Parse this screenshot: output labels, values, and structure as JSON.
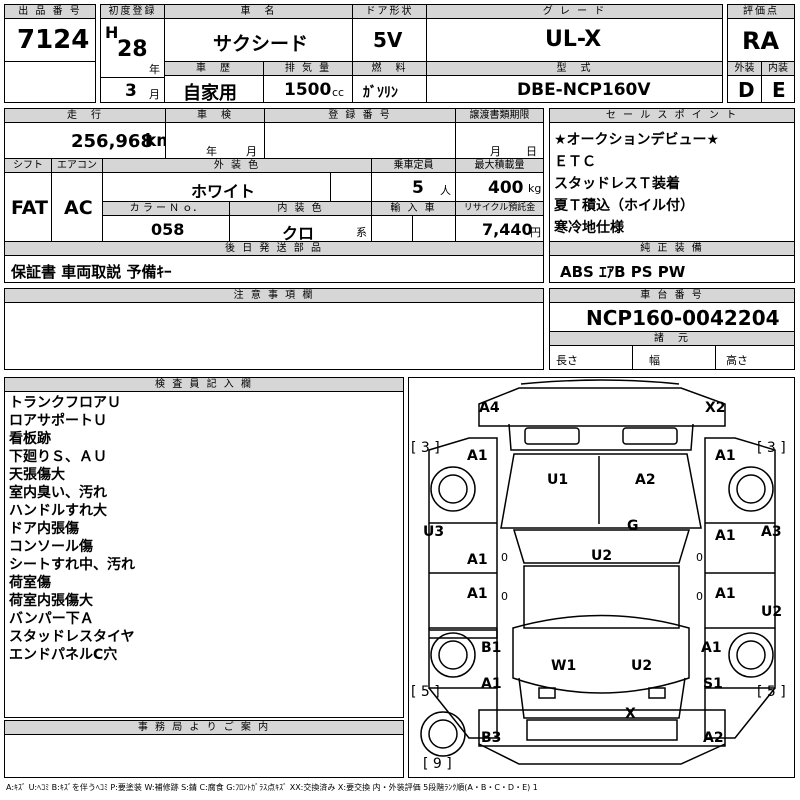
{
  "labels": {
    "lot_no": "出 品 番 号",
    "first_reg": "初度登録",
    "car_name": "車　名",
    "door_type": "ドア形状",
    "grade": "グ レ ー ド",
    "score": "評価点",
    "history": "車　歴",
    "displacement": "排 気 量",
    "fuel": "燃　料",
    "model_code": "型　式",
    "exterior": "外装",
    "interior": "内装",
    "mileage": "走　行",
    "inspection": "車　検",
    "reg_no": "登 録 番 号",
    "transfer_deadline": "譲渡書類期限",
    "sales_points": "セ ー ル ス ポ イ ン ト",
    "shift": "シフト",
    "aircon": "エアコン",
    "ext_color": "外 装 色",
    "capacity": "乗車定員",
    "max_load": "最大積載量",
    "color_no": "カ ラ ー Ｎ ｏ．",
    "int_color": "内 装 色",
    "import": "輸 入 車",
    "recycle": "リサイクル預託金",
    "later_parts": "後 日 発 送 部 品",
    "genuine_equip": "純 正 装 備",
    "caution": "注 意 事 項 欄",
    "chassis_no": "車 台 番 号",
    "specs": "諸　元",
    "length": "長さ",
    "width": "幅",
    "height": "高さ",
    "inspector": "検 査 員 記 入 欄",
    "office_notice": "事 務 局 よ り ご 案 内"
  },
  "units": {
    "year": "年",
    "month": "月",
    "cc": "cc",
    "km": "km",
    "persons": "人",
    "kg": "kg",
    "yen": "円",
    "kei": "系",
    "year2": "年",
    "month2": "月",
    "day2": "日"
  },
  "values": {
    "lot_no": "7124",
    "era": "H",
    "year": "28",
    "month": "3",
    "car_name": "サクシード",
    "door_type": "5V",
    "grade": "UL-X",
    "score": "RA",
    "history": "自家用",
    "displacement": "1500",
    "fuel": "ｶﾞｿﾘﾝ",
    "model_code": "DBE-NCP160V",
    "exterior": "D",
    "interior": "E",
    "mileage": "256,968",
    "shift": "FAT",
    "aircon": "AC",
    "ext_color": "ホワイト",
    "capacity": "5",
    "max_load": "400",
    "color_no": "058",
    "int_color": "クロ",
    "recycle": "7,440",
    "later_parts": "保証書 車両取説 予備ｷｰ",
    "genuine_equip": "ABS ｴｱB PS PW",
    "chassis_no": "NCP160-0042204"
  },
  "sales_points": [
    "★オークションデビュー★",
    "ＥＴＣ",
    "スタッドレスＴ装着",
    "夏Ｔ積込（ホイル付）",
    "寒冷地仕様"
  ],
  "inspector_notes": [
    "トランクフロアＵ",
    "ロアサポートＵ",
    "看板跡",
    "下廻りＳ、ＡＵ",
    "天張傷大",
    "室内臭い、汚れ",
    "ハンドルすれ大",
    "ドア内張傷",
    "コンソール傷",
    "シートすれ中、汚れ",
    "荷室傷",
    "荷室内張傷大",
    "バンパー下Ａ",
    "スタッドレスタイヤ",
    "エンドパネルC穴"
  ],
  "diagram": {
    "marks": {
      "a4": "A4",
      "x2": "X2",
      "a1_lf_fender": "A1",
      "a1_rf_fender": "A1",
      "u1": "U1",
      "a2_hood": "A2",
      "u3": "U3",
      "a3": "A3",
      "g": "G",
      "u2_roof": "U2",
      "a1_lf_door": "A1",
      "a1_rf_door": "A1",
      "a1_lr_door": "A1",
      "a1_rr_door": "A1",
      "u2_right": "U2",
      "b1": "B1",
      "a1_r_quarter": "A1",
      "w1": "W1",
      "u2_rear": "U2",
      "a1_l_rear": "A1",
      "s1": "S1",
      "x": "X",
      "b3": "B3",
      "a2_rear": "A2"
    },
    "tire_marks": {
      "fl": "[ 3 ]",
      "fr": "[ 3 ]",
      "rl": "[ 5 ]",
      "rr": "[ 5 ]",
      "spare": "[ 9 ]"
    }
  },
  "legend": "A:ｷｽﾞ U:ﾍｺﾐ B:ｷｽﾞを伴うﾍｺﾐ P:要塗装 W:補修跡 S:錆 C:腐食 G:ﾌﾛﾝﾄｶﾞﾗｽ点ｷｽﾞ XX:交換済み X:要交換 内・外装評価 5段階ﾗﾝｸ順(A・B・C・D・E) 1"
}
